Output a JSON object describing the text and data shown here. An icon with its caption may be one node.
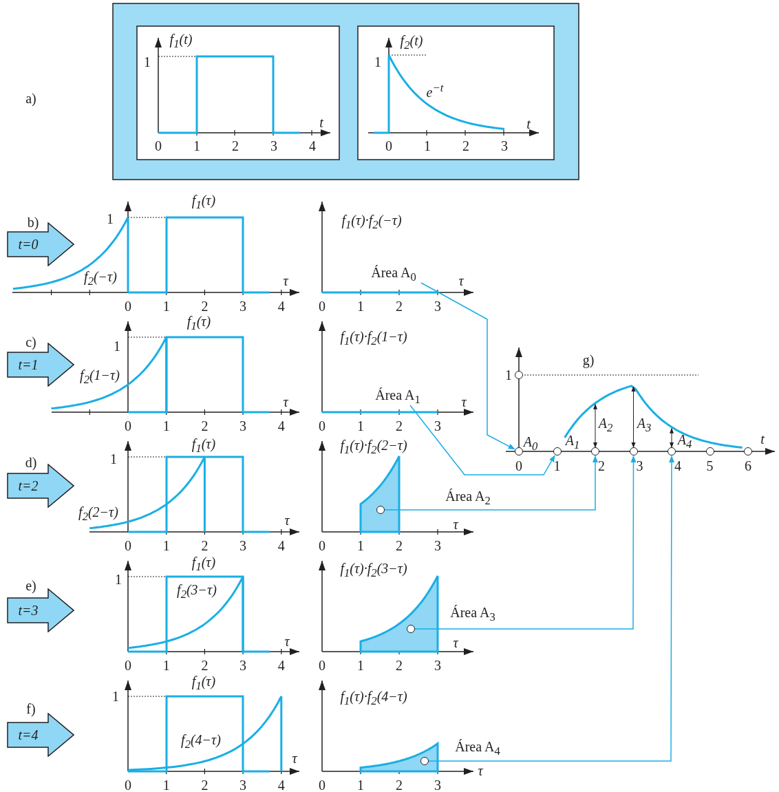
{
  "diagram": {
    "nodes": [
      {
        "text": [
          "t=0"
        ]
      },
      {
        "text": [
          "t=1"
        ]
      },
      {
        "text": [
          "t=2"
        ]
      },
      {
        "text": [
          "t=3"
        ]
      },
      {
        "text": [
          "t=4"
        ]
      },
      {
        "text": [
          "Área A$_{0}$"
        ]
      },
      {
        "text": [
          "Área A$_{1}$"
        ]
      },
      {
        "text": [],
        "shape": "circle"
      },
      {
        "text": [],
        "shape": "circle"
      },
      {
        "text": [],
        "shape": "circle"
      },
      {
        "text": [],
        "shape": "circle"
      },
      {
        "text": [],
        "shape": "circle"
      },
      {
        "text": [],
        "shape": "circle"
      },
      {
        "text": [],
        "shape": "circle"
      },
      {
        "text": [],
        "shape": "circle"
      },
      {
        "text": [],
        "shape": "circle"
      },
      {
        "text": [],
        "shape": "circle"
      },
      {
        "text": [],
        "shape": "circle"
      }
    ],
    "edges": [
      {
        "from": 5,
        "to": 11,
        "arrow": "to"
      },
      {
        "from": 6,
        "to": 12,
        "arrow": "to"
      },
      {
        "from": 7,
        "to": 13,
        "arrow": "to"
      },
      {
        "from": 8,
        "to": 14,
        "arrow": "to"
      },
      {
        "from": 9,
        "to": 15,
        "arrow": "to"
      }
    ],
    "labels": [
      "a)",
      "f$_{1}$(t)",
      "1",
      "0",
      "1",
      "2",
      "3",
      "4",
      "t",
      "f$_{2}$(t)",
      "1",
      "e$^{−t}$",
      "0",
      "1",
      "2",
      "3",
      "t",
      "b)",
      "f$_{1}$(τ)",
      "1",
      "f$_{2}$(−τ)",
      "0",
      "1",
      "2",
      "3",
      "4",
      "τ",
      "f$_{1}$(τ)·f$_{2}$(−τ)",
      "0",
      "1",
      "2",
      "3",
      "τ",
      "c)",
      "f$_{1}$(τ)",
      "1",
      "f$_{2}$(1−τ)",
      "0",
      "1",
      "2",
      "3",
      "4",
      "τ",
      "f$_{1}$(τ)·f$_{2}$(1−τ)",
      "0",
      "1",
      "2",
      "3",
      "τ",
      "d)",
      "f$_{1}$(τ)",
      "1",
      "f$_{2}$(2−τ)",
      "0",
      "1",
      "2",
      "3",
      "4",
      "τ",
      "f$_{1}$(τ)·f$_{2}$(2−τ)",
      "0",
      "1",
      "2",
      "3",
      "τ",
      "Área A$_{2}$",
      "e)",
      "f$_{1}$(τ)",
      "1",
      "f$_{2}$(3−τ)",
      "0",
      "1",
      "2",
      "3",
      "4",
      "τ",
      "f$_{1}$(τ)·f$_{2}$(3−τ)",
      "0",
      "1",
      "2",
      "3",
      "τ",
      "Área A$_{3}$",
      "f)",
      "f$_{1}$(τ)",
      "1",
      "f$_{2}$(4−τ)",
      "0",
      "1",
      "2",
      "3",
      "4",
      "τ",
      "f$_{1}$(τ)·f$_{2}$(4−τ)",
      "0",
      "1",
      "2",
      "3",
      "τ",
      "Área A$_{4}$",
      "g)",
      "1",
      "A$_{0}$",
      "A$_{1}$",
      "A$_{2}$",
      "A$_{3}$",
      "A$_{4}$",
      "0",
      "1",
      "2",
      "3",
      "4",
      "5",
      "6",
      "t"
    ]
  }
}
